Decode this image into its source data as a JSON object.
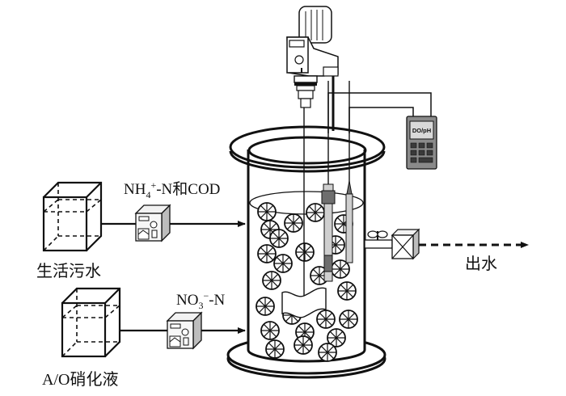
{
  "diagram": {
    "type": "experimental-setup schematic",
    "tanks": [
      {
        "id": "domestic-sewage-tank",
        "label": "生活污水"
      },
      {
        "id": "ao-nitrification-tank",
        "label": "A/O硝化液"
      }
    ],
    "feeds": [
      {
        "from": "domestic-sewage-tank",
        "label_main": "NH",
        "label_sub": "4",
        "label_sup": "+",
        "label_rest": "-N和COD",
        "via": "peristaltic-pump"
      },
      {
        "from": "ao-nitrification-tank",
        "label_main": "NO",
        "label_sub": "3",
        "label_sup": "−",
        "label_rest": "-N",
        "via": "peristaltic-pump"
      }
    ],
    "meter": {
      "label": "DO/pH"
    },
    "outlet": {
      "label": "出水"
    },
    "components": [
      "overhead-stirrer-motor",
      "reactor-vessel",
      "suspended-carriers",
      "impeller",
      "do-probe",
      "ph-probe",
      "outlet-valve",
      "outlet-flowmeter"
    ],
    "colors": {
      "line": "#111111",
      "probe_dark": "#6e6e6e",
      "probe_light": "#cfcfcf",
      "meter_body": "#8a8a8a",
      "meter_screen": "#d9d9d9"
    }
  }
}
